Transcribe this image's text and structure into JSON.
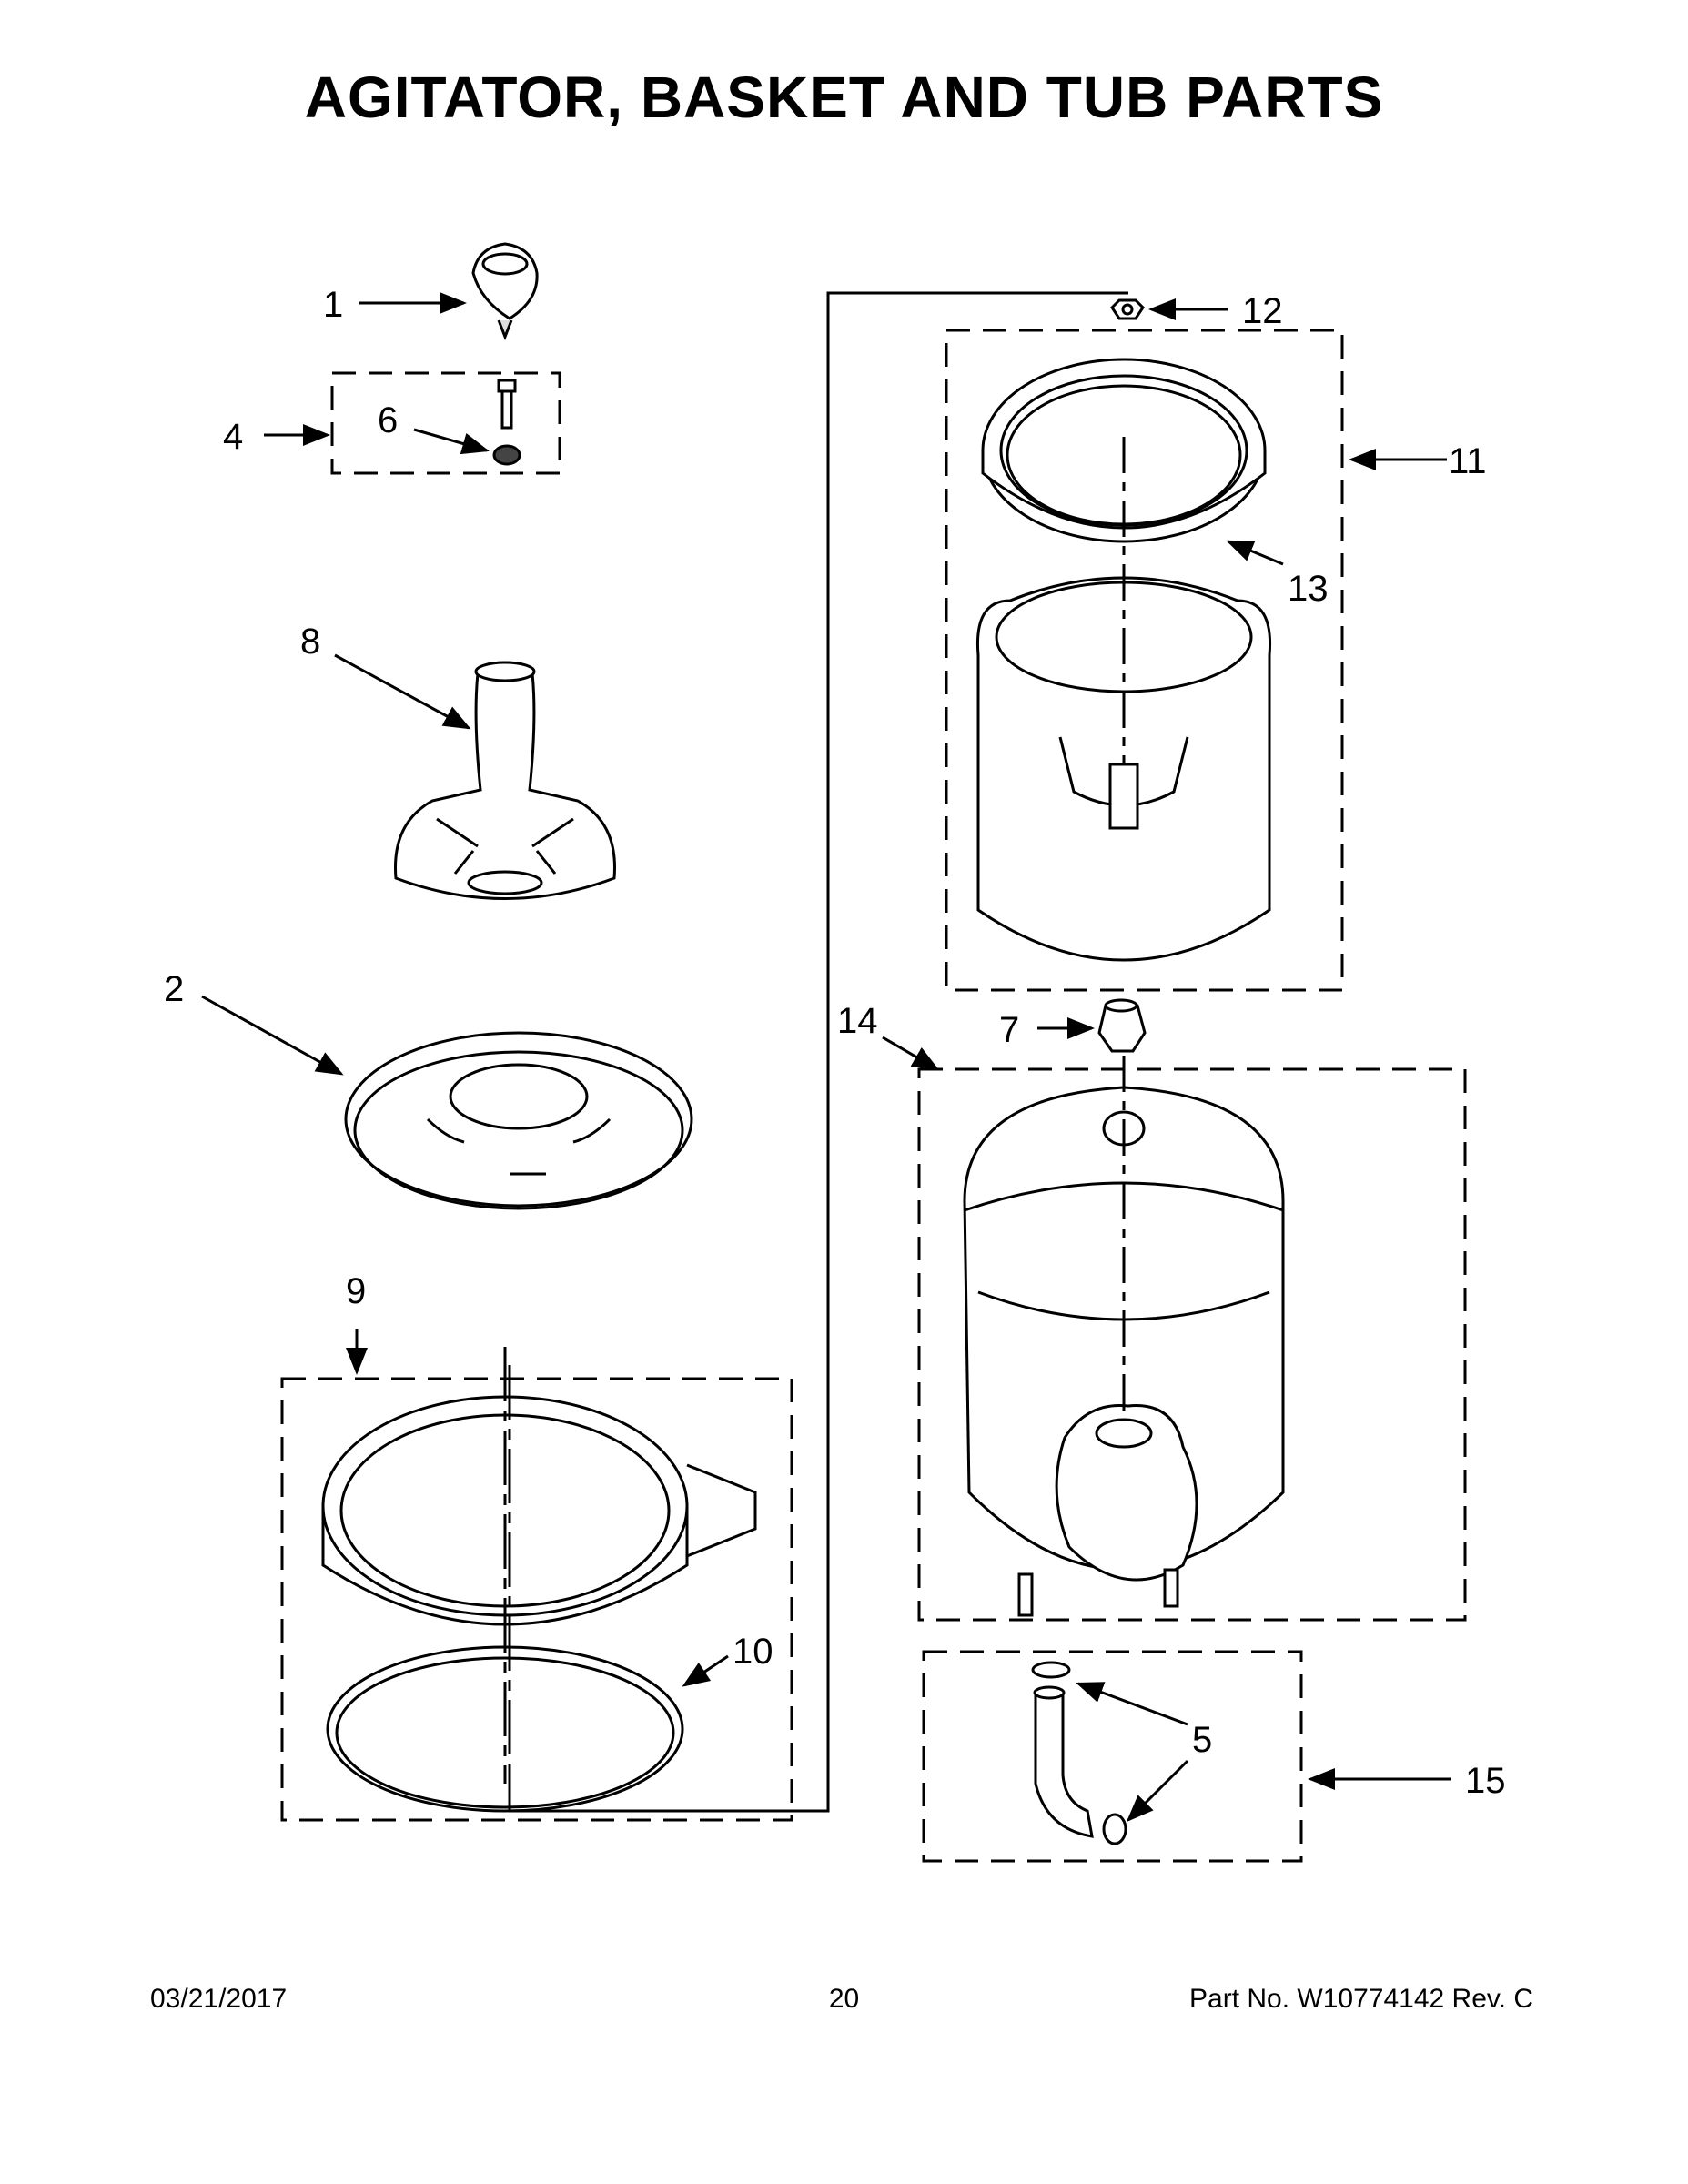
{
  "title": "AGITATOR, BASKET AND TUB PARTS",
  "callouts": {
    "c1": "1",
    "c2": "2",
    "c4": "4",
    "c5": "5",
    "c6": "6",
    "c7": "7",
    "c8": "8",
    "c9": "9",
    "c10": "10",
    "c11": "11",
    "c12": "12",
    "c13": "13",
    "c14": "14",
    "c15": "15"
  },
  "footer": {
    "date": "03/21/2017",
    "page": "20",
    "part": "Part No.  W10774142  Rev.  C"
  }
}
